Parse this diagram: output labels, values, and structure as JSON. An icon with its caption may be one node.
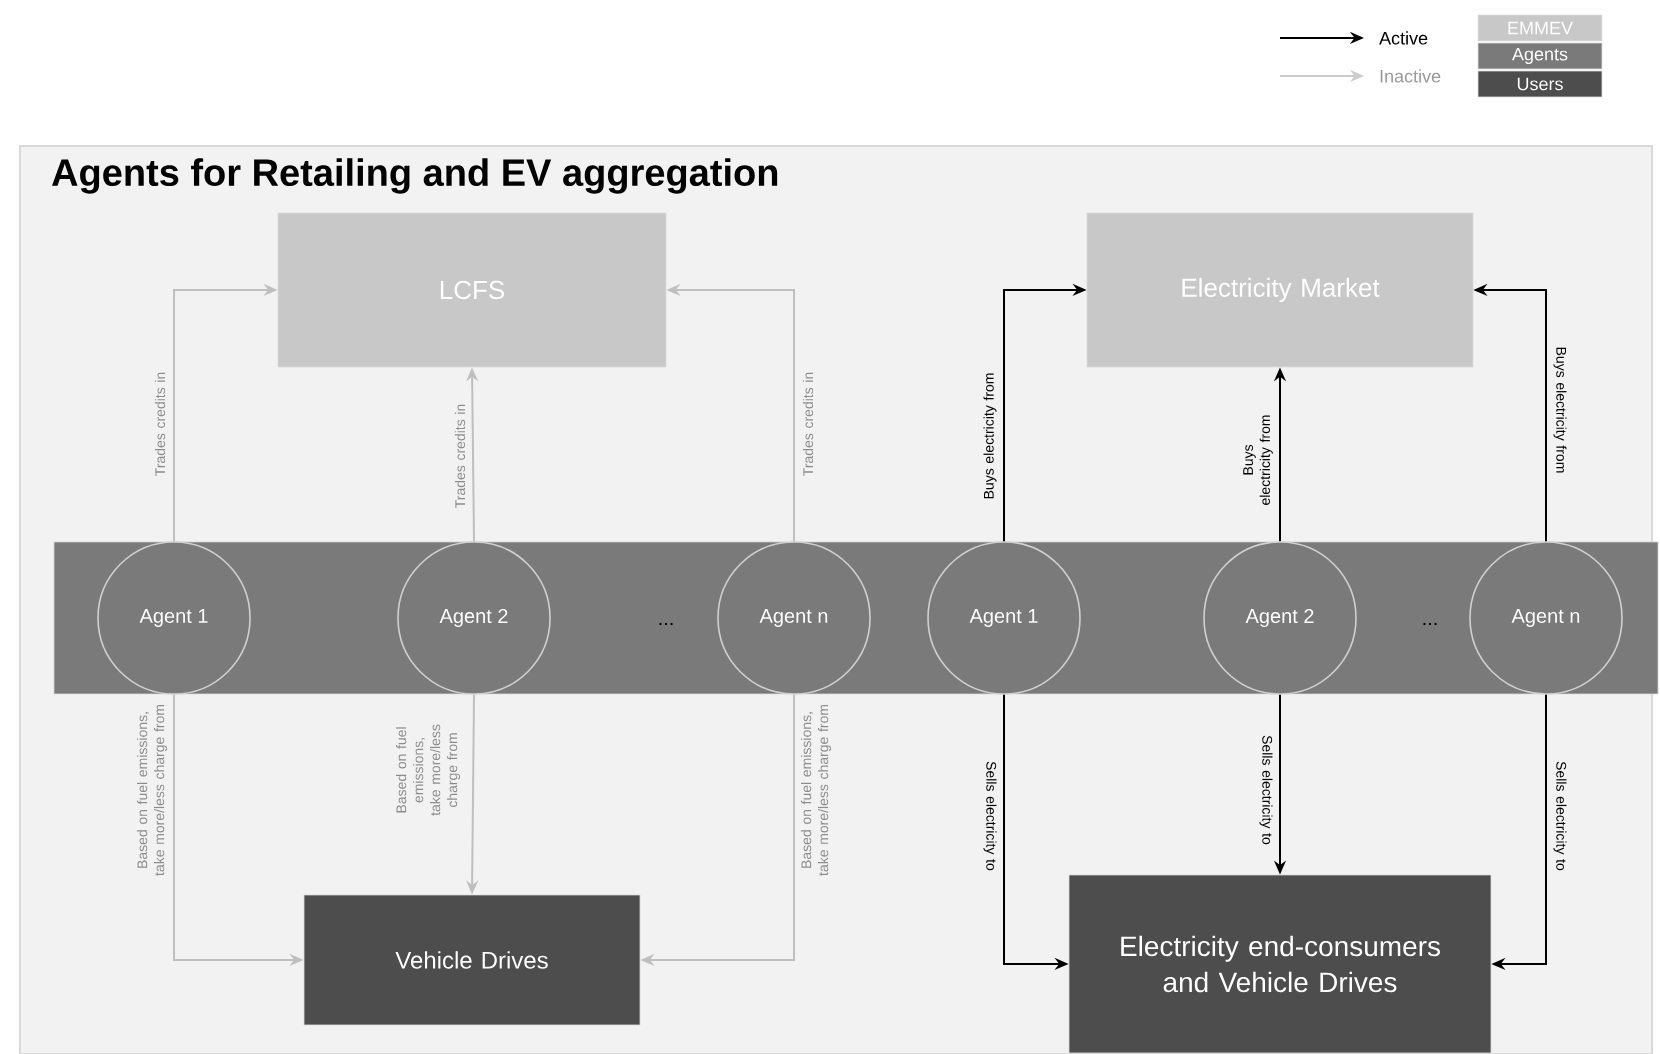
{
  "diagram": {
    "title": "Agents for Retailing and EV aggregation",
    "nodes": [
      {
        "text": [
          "LCFS"
        ]
      },
      {
        "text": [
          "Electricity Market"
        ]
      },
      {
        "text": [],
        "shape": "bar"
      },
      {
        "text": [
          "Agent 1"
        ],
        "in": 2
      },
      {
        "text": [
          "Agent 2"
        ],
        "in": 2
      },
      {
        "text": [
          "Agent n"
        ],
        "in": 2
      },
      {
        "text": [
          "Agent 1"
        ],
        "in": 2
      },
      {
        "text": [
          "Agent 2"
        ],
        "in": 2
      },
      {
        "text": [
          "Agent n"
        ],
        "in": 2
      },
      {
        "text": [
          "Vehicle Drives"
        ]
      },
      {
        "text": [
          "Electricity end-consumers and Vehicle Drives"
        ]
      }
    ],
    "edges": [
      {
        "from": 3,
        "to": 0,
        "arrow": "to",
        "label": "Trades credits in",
        "color": "#bfbfbf"
      },
      {
        "from": 4,
        "to": 0,
        "arrow": "to",
        "label": "Trades credits in",
        "color": "#bfbfbf"
      },
      {
        "from": 5,
        "to": 0,
        "arrow": "to",
        "label": "Trades credits in",
        "color": "#bfbfbf"
      },
      {
        "from": 3,
        "to": 9,
        "arrow": "to",
        "label": "Based on fuel emissions, take more/less charge from",
        "color": "#bfbfbf"
      },
      {
        "from": 4,
        "to": 9,
        "arrow": "to",
        "label": "Based on fuel emissions, take more/less charge from",
        "color": "#bfbfbf"
      },
      {
        "from": 5,
        "to": 9,
        "arrow": "to",
        "label": "Based on fuel emissions, take more/less charge from",
        "color": "#bfbfbf"
      },
      {
        "from": 6,
        "to": 1,
        "arrow": "to",
        "label": "Buys electricity from",
        "color": "#000000"
      },
      {
        "from": 7,
        "to": 1,
        "arrow": "to",
        "label": "Buys electricity from",
        "color": "#000000"
      },
      {
        "from": 8,
        "to": 1,
        "arrow": "to",
        "label": "Buys electricity from",
        "color": "#000000"
      },
      {
        "from": 6,
        "to": 10,
        "arrow": "to",
        "label": "Sells electricity to",
        "color": "#000000"
      },
      {
        "from": 7,
        "to": 10,
        "arrow": "to",
        "label": "Sells electricity to",
        "color": "#000000"
      },
      {
        "from": 8,
        "to": 10,
        "arrow": "to",
        "label": "Sells electricity to",
        "color": "#000000"
      }
    ],
    "labels": [
      "...",
      "..."
    ],
    "legend": [
      {
        "text": "Active"
      },
      {
        "text": "Inactive"
      },
      {
        "text": "EMMEV",
        "color": "#c8c8c8"
      },
      {
        "text": "Agents",
        "color": "#7a7a7a"
      },
      {
        "text": "Users",
        "color": "#4d4d4d"
      }
    ]
  }
}
